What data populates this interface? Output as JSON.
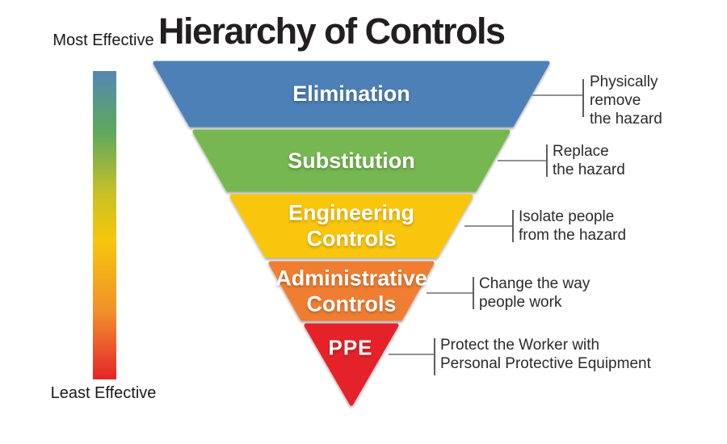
{
  "title": "Hierarchy of Controls",
  "scale": {
    "top_label": "Most Effective",
    "bottom_label": "Least Effective",
    "gradient": [
      "#5586B2",
      "#5FA95C",
      "#C9C125",
      "#F6C60B",
      "#F0902B",
      "#E6242B"
    ]
  },
  "levels": [
    {
      "label": "Elimination",
      "color": "#4D80B7",
      "description_lines": [
        "Physically",
        "remove",
        "the hazard"
      ]
    },
    {
      "label": "Substitution",
      "color": "#77B751",
      "description_lines": [
        "Replace",
        "the hazard"
      ]
    },
    {
      "label": "Engineering Controls",
      "color": "#FAC60B",
      "description_lines": [
        "Isolate people",
        "from the hazard"
      ]
    },
    {
      "label": "Administrative Controls",
      "color": "#F07E31",
      "description_lines": [
        "Change the way",
        "people work"
      ]
    },
    {
      "label": "PPE",
      "color": "#E5202B",
      "description_lines": [
        "Protect the Worker with",
        "Personal Protective Equipment"
      ]
    }
  ]
}
